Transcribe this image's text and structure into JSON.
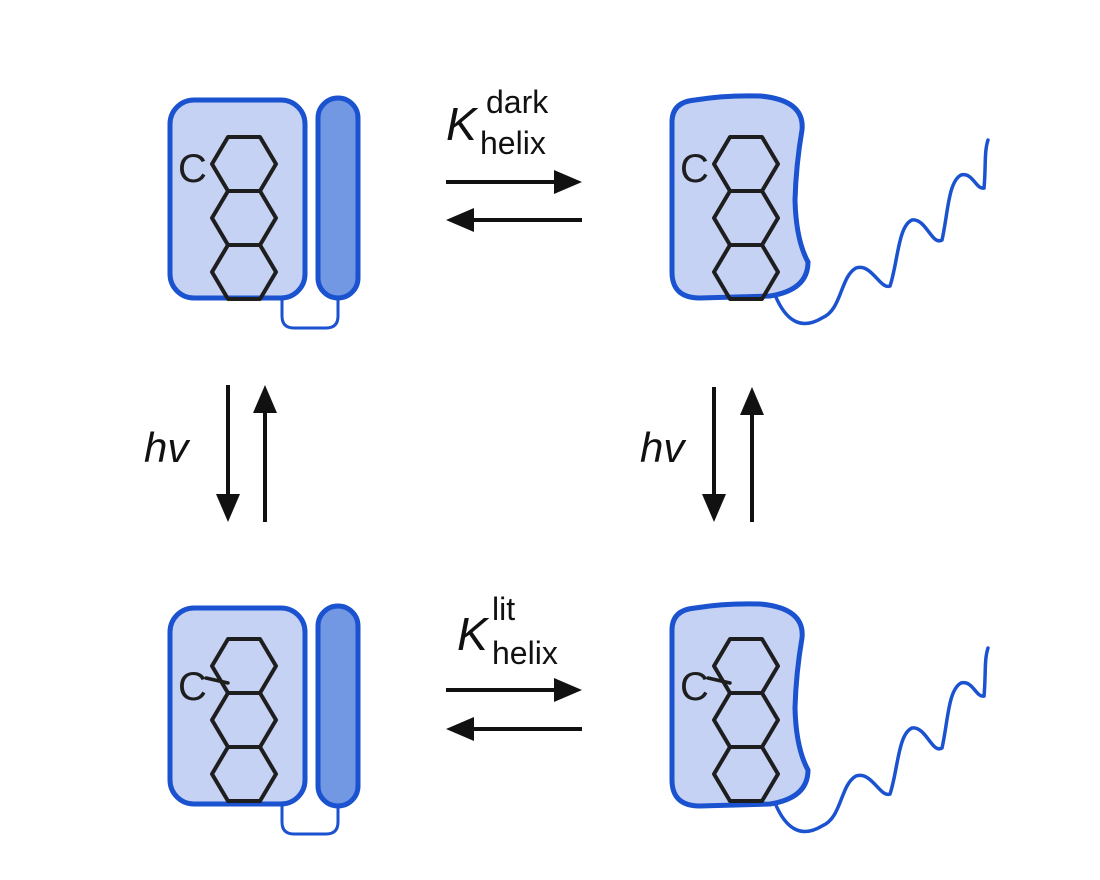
{
  "diagram": {
    "colors": {
      "domain_fill": "#c5d2f3",
      "domain_stroke": "#1a52d0",
      "helix_fill": "#7398e3",
      "arrow": "#111111"
    },
    "chromophore_label": "C",
    "equilibrium_top": {
      "symbol": "K",
      "superscript": "dark",
      "subscript": "helix"
    },
    "equilibrium_bottom": {
      "symbol": "K",
      "superscript": "lit",
      "subscript": "helix"
    },
    "light_label_left": "hv",
    "light_label_right": "hv"
  }
}
